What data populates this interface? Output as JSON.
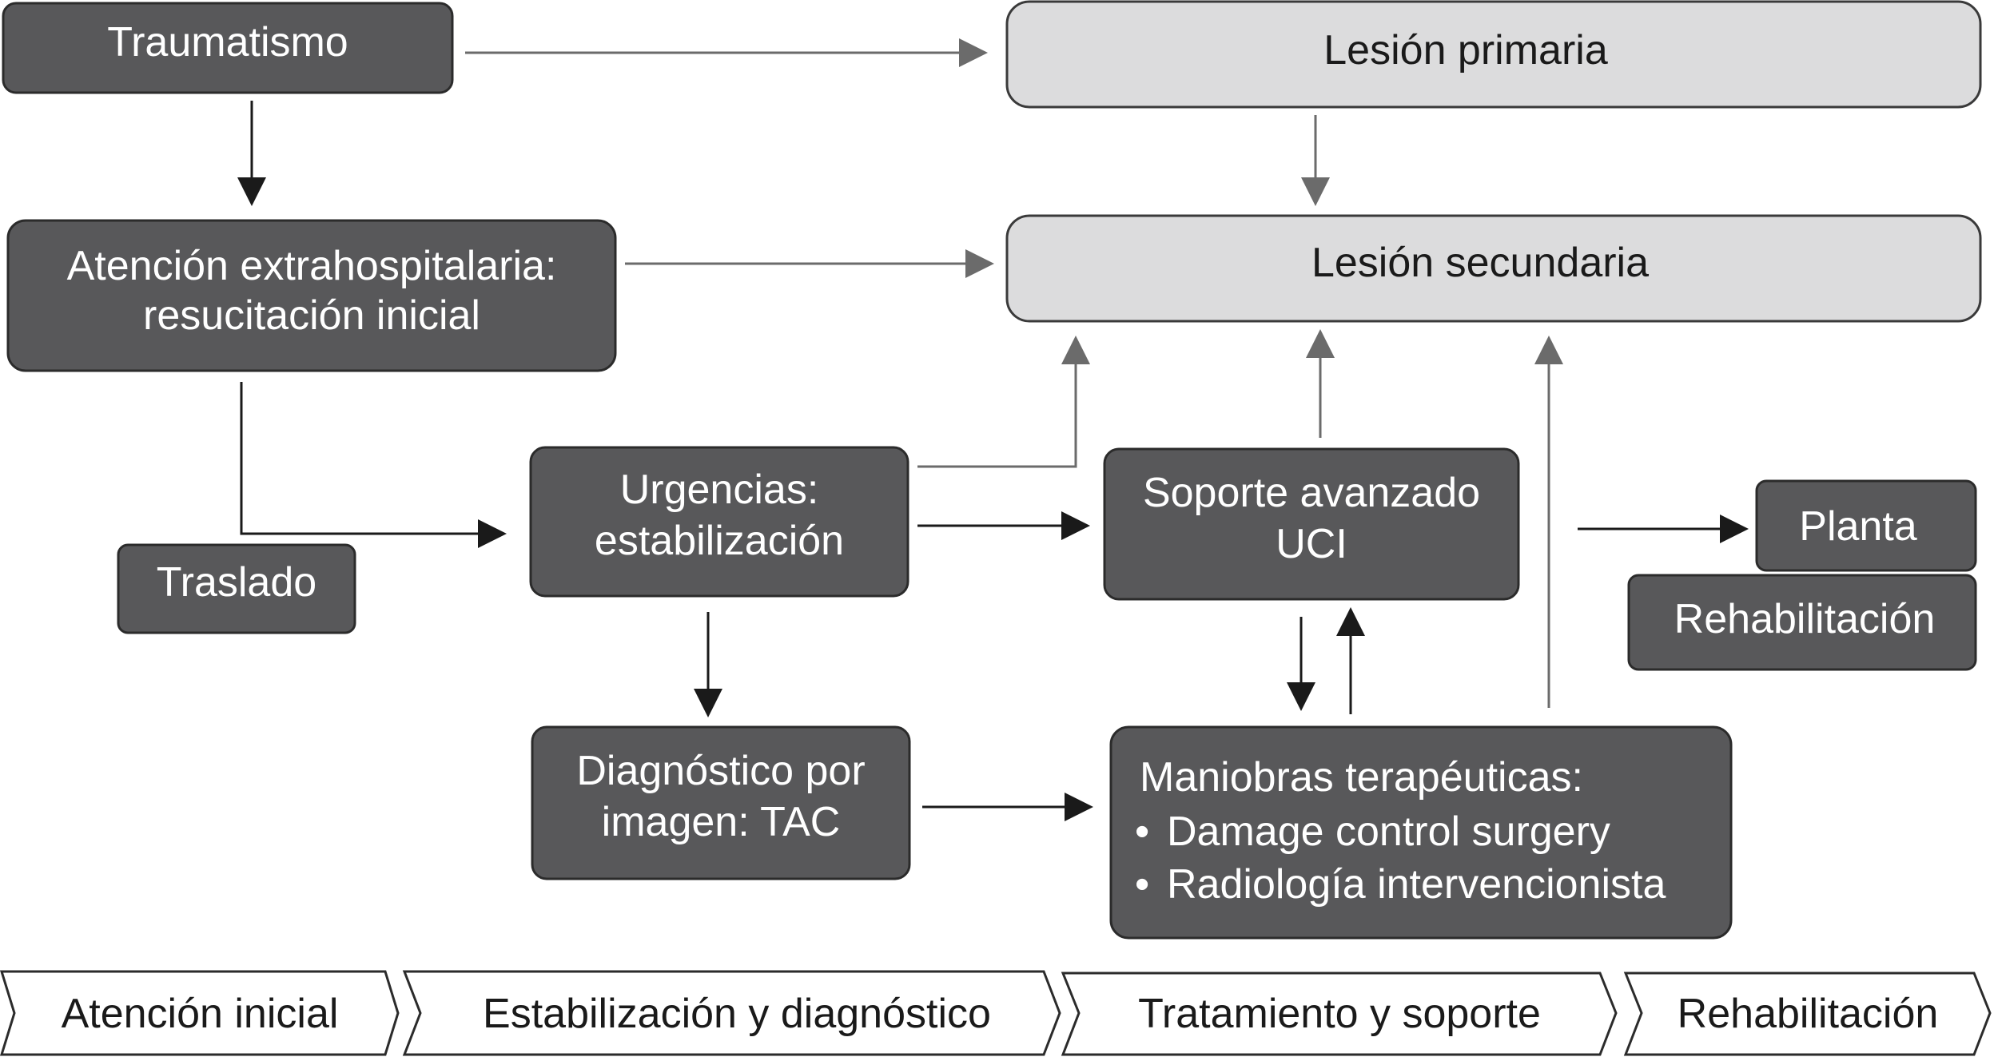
{
  "nodes": {
    "traumatismo": "Traumatismo",
    "atencion_l1": "Atención extrahospitalaria:",
    "atencion_l2": "resucitación inicial",
    "traslado": "Traslado",
    "urgencias_l1": "Urgencias:",
    "urgencias_l2": "estabilización",
    "diagnostico_l1": "Diagnóstico por",
    "diagnostico_l2": "imagen: TAC",
    "soporte_l1": "Soporte avanzado",
    "soporte_l2": "UCI",
    "maniobras_title": "Maniobras terapéuticas:",
    "maniobras_item1": "Damage control surgery",
    "maniobras_item2": "Radiología intervencionista",
    "bullet": "•",
    "planta": "Planta",
    "rehabilitacion": "Rehabilitación",
    "lesion_primaria": "Lesión primaria",
    "lesion_secundaria": "Lesión secundaria"
  },
  "timeline": [
    "Atención inicial",
    "Estabilización y diagnóstico",
    "Tratamiento y soporte",
    "Rehabilitación"
  ],
  "colors": {
    "dark_box": "#58585a",
    "light_box": "#dcdcdd",
    "black_arrow": "#1a1a1a",
    "gray_arrow": "#6b6b6b"
  }
}
